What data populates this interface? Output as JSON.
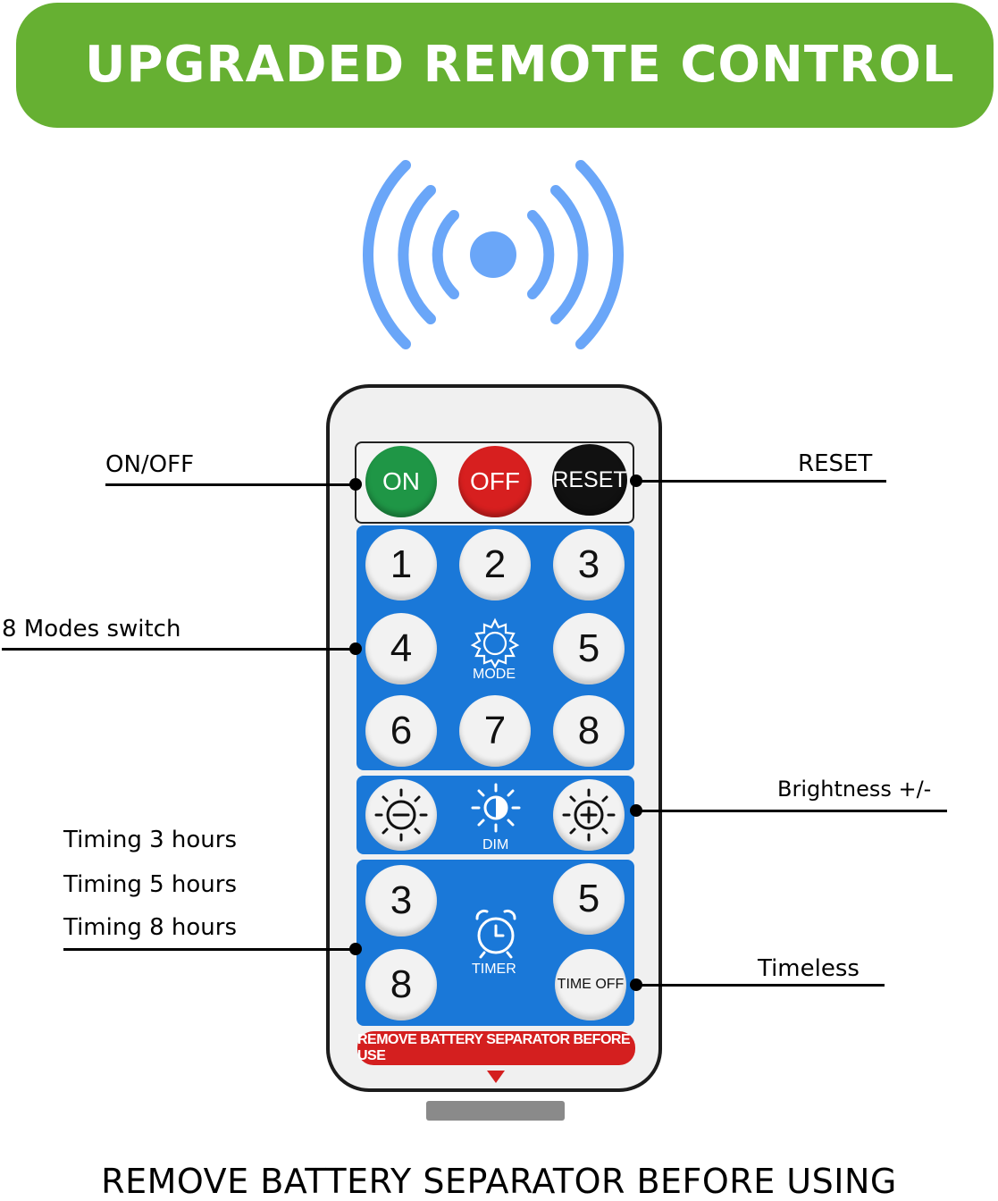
{
  "banner": {
    "title": "UPGRADED REMOTE CONTROL"
  },
  "remote": {
    "on_label": "ON",
    "off_label": "OFF",
    "reset_label": "RESET",
    "mode_buttons": [
      "1",
      "2",
      "3",
      "4",
      "5",
      "6",
      "7",
      "8"
    ],
    "mode_label": "MODE",
    "dim_label": "DIM",
    "timer_buttons": [
      "3",
      "5",
      "8"
    ],
    "timer_label": "TIMER",
    "time_off_label": "TIME OFF",
    "separator_text": "REMOVE BATTERY SEPARATOR BEFORE USE"
  },
  "annotations": {
    "on_off": "ON/OFF",
    "reset": "RESET",
    "modes": "8 Modes switch",
    "brightness": "Brightness +/-",
    "timing_3": "Timing 3 hours",
    "timing_5": "Timing 5 hours",
    "timing_8": "Timing 8 hours",
    "timeless": "Timeless"
  },
  "footer": {
    "text": "REMOVE BATTERY SEPARATOR BEFORE USING"
  },
  "colors": {
    "banner": "#66b032",
    "panel": "#1a78d8",
    "signal": "#6aa6f8",
    "on": "#1f9646",
    "off": "#d71f1f"
  }
}
